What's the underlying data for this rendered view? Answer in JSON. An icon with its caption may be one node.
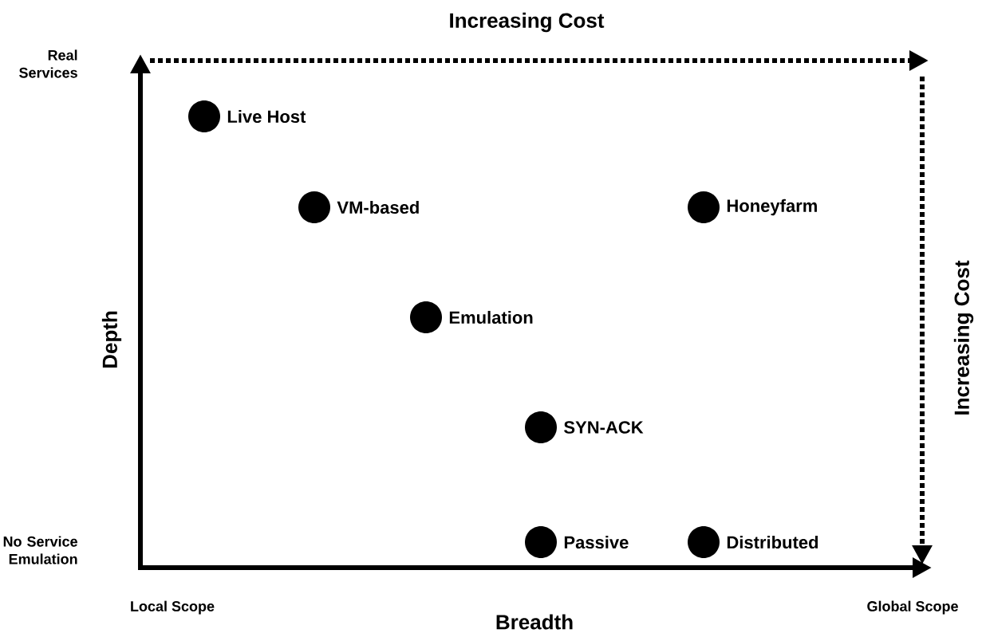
{
  "diagram": {
    "nodes": [
      {
        "text": [],
        "shape": "circle",
        "beside": [
          "Live Host"
        ]
      },
      {
        "text": [],
        "shape": "circle",
        "beside": [
          "VM-based"
        ]
      },
      {
        "text": [],
        "shape": "circle",
        "beside": [
          "Honeyfarm"
        ]
      },
      {
        "text": [],
        "shape": "circle",
        "beside": [
          "Emulation"
        ]
      },
      {
        "text": [],
        "shape": "circle",
        "beside": [
          "SYN-ACK"
        ]
      },
      {
        "text": [],
        "shape": "circle",
        "beside": [
          "Passive"
        ]
      },
      {
        "text": [],
        "shape": "circle",
        "beside": [
          "Distributed"
        ]
      }
    ],
    "labels": [
      "Increasing Cost",
      "Real Services",
      "Increasing Cost",
      "Depth",
      "No Service Emulation",
      "Local Scope",
      "Breadth",
      "Global Scope"
    ]
  }
}
